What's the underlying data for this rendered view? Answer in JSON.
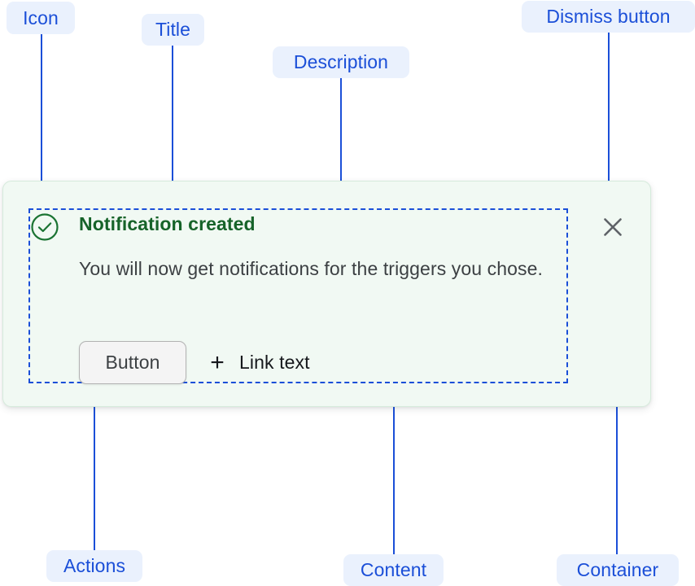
{
  "annotations": [
    {
      "label": "Icon",
      "name": "annotation-icon"
    },
    {
      "label": "Title",
      "name": "annotation-title"
    },
    {
      "label": "Description",
      "name": "annotation-description"
    },
    {
      "label": "Dismiss button",
      "name": "annotation-dismiss-button"
    },
    {
      "label": "Actions",
      "name": "annotation-actions"
    },
    {
      "label": "Content",
      "name": "annotation-content"
    },
    {
      "label": "Container",
      "name": "annotation-container"
    }
  ],
  "notification": {
    "status": "success",
    "icon": "check-circle-icon",
    "title": "Notification created",
    "description": "You will now get notifications for the triggers you chose.",
    "actions": {
      "button_label": "Button",
      "link_icon": "plus-icon",
      "link_label": "Link text"
    },
    "dismiss_icon": "close-icon"
  },
  "colors": {
    "annotation_blue": "#1b4fd8",
    "annotation_badge_bg": "#eaf1fd",
    "card_bg": "#f1f9f3",
    "card_border": "#d6ebdc",
    "title_green": "#166329",
    "icon_green": "#1a7332",
    "description_gray": "#3c4043",
    "dismiss_gray": "#5f6368",
    "button_bg": "#f4f4f4",
    "button_border": "#b2b2b2"
  }
}
